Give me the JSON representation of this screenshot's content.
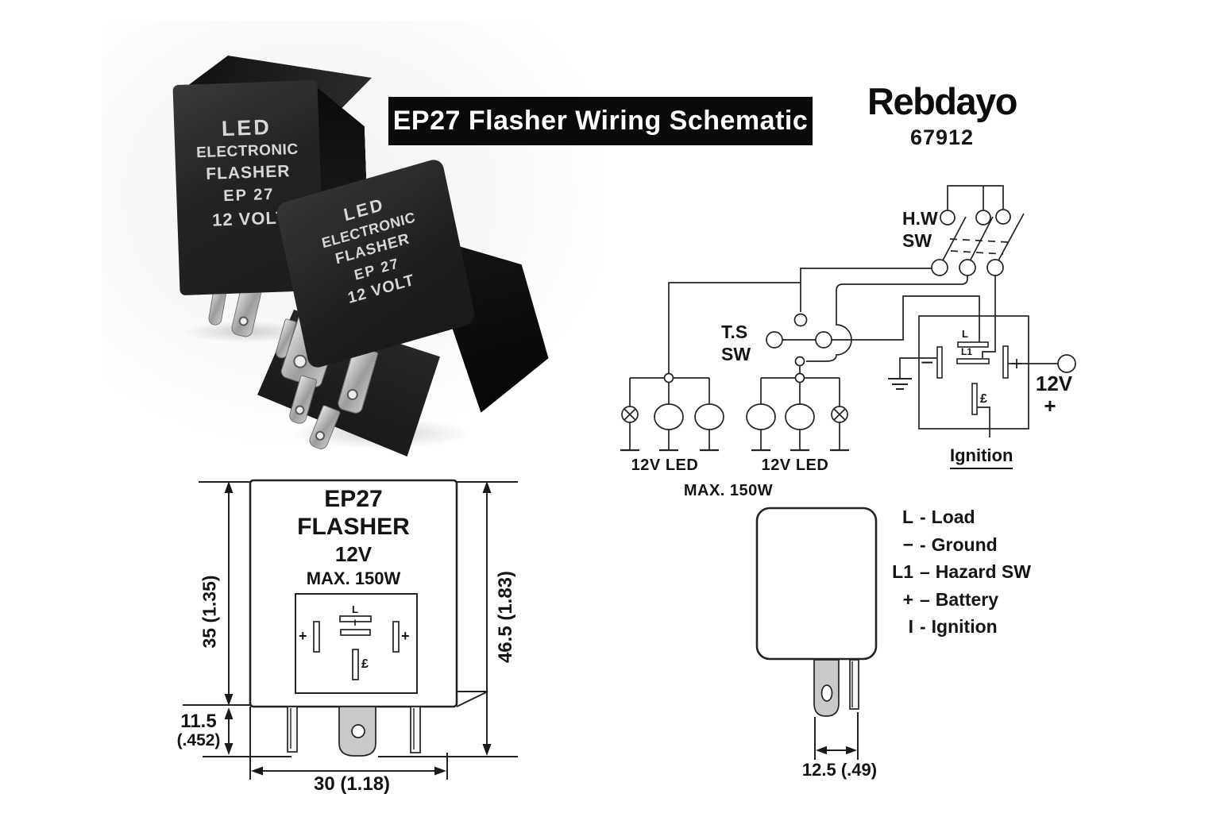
{
  "banner": {
    "title": "EP27 Flasher Wiring Schematic"
  },
  "brand": {
    "name": "Rebdayo",
    "model_number": "67912"
  },
  "product_photo": {
    "label_lines": [
      "LED",
      "ELECTRONIC",
      "FLASHER",
      "EP 27",
      "12 VOLT"
    ]
  },
  "schematic": {
    "hazard_switch": {
      "line1": "H.W",
      "line2": "SW"
    },
    "turn_signal_switch": {
      "line1": "T.S",
      "line2": "SW"
    },
    "left_lamps_label": "12V LED",
    "right_lamps_label": "12V LED",
    "max_power": "MAX. 150W",
    "relay_pins": {
      "load": "L",
      "hazard": "L1",
      "ground": "−",
      "battery": "+",
      "ignition": "£"
    },
    "supply": {
      "voltage": "12V",
      "polarity": "+"
    },
    "ignition_label": "Ignition"
  },
  "dimension_drawing": {
    "title_lines": [
      "EP27",
      "FLASHER",
      "12V",
      "MAX. 150W"
    ],
    "pin_labels": {
      "load": "L",
      "mid": "I",
      "left_battery": "+",
      "right_battery": "+",
      "ignition": "£"
    },
    "dims": {
      "body_height": "35 (1.35)",
      "overall_height": "46.5 (1.83)",
      "pin_length_mm": "11.5",
      "pin_length_in": "(.452)",
      "body_width": "30 (1.18)"
    }
  },
  "side_view": {
    "pin_width_dim": "12.5 (.49)"
  },
  "legend": {
    "items": [
      {
        "symbol": "L",
        "sep": "-",
        "label": "Load"
      },
      {
        "symbol": "−",
        "sep": "-",
        "label": "Ground"
      },
      {
        "symbol": "L1",
        "sep": "–",
        "label": "Hazard SW"
      },
      {
        "symbol": "+",
        "sep": "–",
        "label": "Battery"
      },
      {
        "symbol": "I",
        "sep": "-",
        "label": "Ignition"
      }
    ]
  },
  "colors": {
    "line": "#232323",
    "banner_bg": "#0a0a0a",
    "metal": "#c9c9c9",
    "photo_bg": "#f1f1f1"
  }
}
